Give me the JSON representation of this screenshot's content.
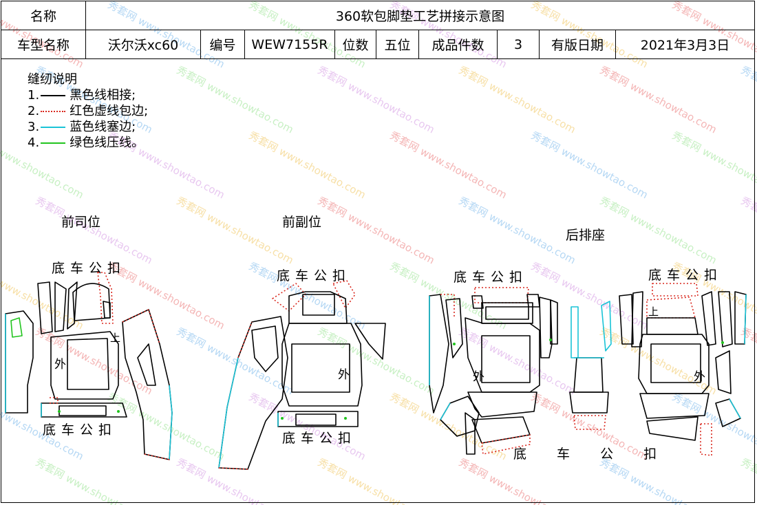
{
  "header": {
    "row1": {
      "name_label": "名称",
      "title": "360软包脚垫工艺拼接示意图"
    },
    "row2": {
      "model_label": "车型名称",
      "model_value": "沃尔沃xc60",
      "code_label": "编号",
      "code_value": "WEW7155R",
      "seats_label": "位数",
      "seats_value": "五位",
      "pieces_label": "成品件数",
      "pieces_value": "3",
      "date_label": "有版日期",
      "date_value": "2021年3月3日"
    }
  },
  "legend": {
    "title": "缝纫说明",
    "items": [
      {
        "num": "1.",
        "text": "黑色线相接;",
        "color": "#000000",
        "style": "solid"
      },
      {
        "num": "2.",
        "text": "红色虚线包边;",
        "color": "#d9261c",
        "style": "dotted"
      },
      {
        "num": "3.",
        "text": "蓝色线塞边;",
        "color": "#19c3d6",
        "style": "solid"
      },
      {
        "num": "4.",
        "text": "绿色线压线。",
        "color": "#21c41e",
        "style": "solid"
      }
    ]
  },
  "sections": {
    "driver": {
      "title": "前司位",
      "top_label": "底车公扣",
      "bottom_label": "底车公扣",
      "out_label": "外",
      "up_label": "上"
    },
    "passenger": {
      "title": "前副位",
      "top_label": "底车公扣",
      "bottom_label": "底车公扣",
      "out_label": "外"
    },
    "rear": {
      "title": "后排座",
      "top_left_label": "底车公扣",
      "top_right_label": "底车公扣",
      "bottom_label": "底 车 公 扣",
      "out_left_label": "外",
      "out_right_label": "外",
      "up_label": "上"
    }
  },
  "watermark": {
    "brand": "秀套网",
    "url": "www.showtao.com"
  },
  "colors": {
    "black": "#000000",
    "red": "#d9261c",
    "cyan": "#19c3d6",
    "green": "#21c41e"
  }
}
